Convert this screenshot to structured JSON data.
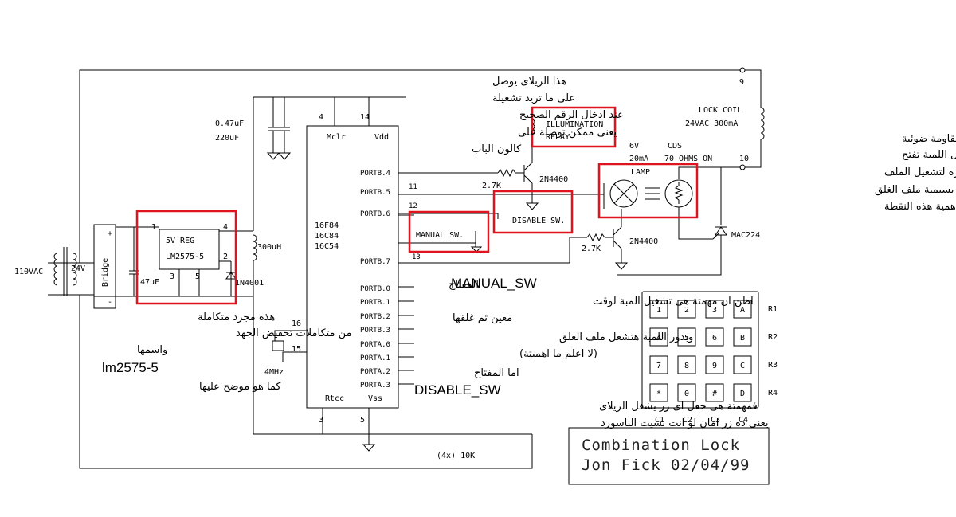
{
  "labels": {
    "ac_in": "110VAC",
    "transformer": "24V",
    "bridge": "Bridge",
    "bridge_plus": "+",
    "bridge_minus": "-",
    "cap_047": "0.47uF",
    "cap_220": "220uF",
    "cap_47": "47uF",
    "reg_name": "5V REG",
    "reg_part": "LM2575-5",
    "reg_pin1": "1",
    "reg_pin2": "2",
    "reg_pin3": "3",
    "reg_pin4": "4",
    "reg_pin5": "5",
    "inductor": "300uH",
    "diode": "1N4001",
    "mcu_pin_mclr_num": "4",
    "mcu_pin_vdd_num": "14",
    "mclr": "Mclr",
    "vdd": "Vdd",
    "mcu_names": [
      "16F84",
      "16C84",
      "16C54"
    ],
    "portb4": "PORTB.4",
    "portb5": "PORTB.5",
    "portb6": "PORTB.6",
    "portb7": "PORTB.7",
    "portb0": "PORTB.0",
    "portb1": "PORTB.1",
    "portb2": "PORTB.2",
    "portb3": "PORTB.3",
    "porta0": "PORTA.0",
    "porta1": "PORTA.1",
    "porta2": "PORTA.2",
    "porta3": "PORTA.3",
    "pin11": "11",
    "pin12": "12",
    "pin13": "13",
    "pin16": "16",
    "pin15": "15",
    "rtcc": "Rtcc",
    "vss": "Vss",
    "pin3": "3",
    "pin5": "5",
    "crystal": "4MHz",
    "res_27k_a": "2.7K",
    "res_27k_b": "2.7K",
    "transistor_a": "2N4400",
    "transistor_b": "2N4400",
    "relay_l1": "ILLUMINATION",
    "relay_l2": "RELAY",
    "manual_sw": "MANUAL SW.",
    "disable_sw": "DISABLE SW.",
    "lamp_6v": "6V",
    "lamp_20ma": "20mA",
    "lamp": "LAMP",
    "cds": "CDS",
    "cds_70": "70 OHMS ON",
    "lock_coil": "LOCK COIL",
    "lock_coil_spec": "24VAC 300mA",
    "node9": "9",
    "node10": "10",
    "triac": "MAC224",
    "res_net": "(4x) 10K"
  },
  "keypad": {
    "rows": [
      [
        "1",
        "2",
        "3",
        "A"
      ],
      [
        "4",
        "5",
        "6",
        "B"
      ],
      [
        "7",
        "8",
        "9",
        "C"
      ],
      [
        "*",
        "0",
        "#",
        "D"
      ]
    ],
    "row_labels": [
      "R1",
      "R2",
      "R3",
      "R4"
    ],
    "col_labels": [
      "C1",
      "C2",
      "C3",
      "C4"
    ]
  },
  "title_block": {
    "line1": "Combination Lock",
    "line2": "Jon Fick 02/04/99"
  },
  "annotations": {
    "relay_note": [
      "هذا الريلاى يوصل",
      "على ما تريد تشغيلة",
      "عند ادخال الرقم الصحيح",
      "يعنى ممكن توصلة على",
      "كالون الباب"
    ],
    "lamp_note": [
      "هذه لمبة ومقاومة ضوئية",
      "وعند تشغيل اللمبة تفتح",
      "الدائرة لتشغيل الملف",
      "الذى يسيمية ملف الغلق",
      "ولا اعلم اهمية هذه النقطة"
    ],
    "reg_note": [
      "هذه مجرد متكاملة",
      "من متكاملات تخفيض الجهد",
      "واسمها"
    ],
    "reg_note_part": "lm2575-5",
    "reg_note_end": "كما هو موضح عليها",
    "sw_note_head_ar": "المفتاح",
    "sw_note_head_en": "MANUAL_SW",
    "sw_note": [
      "اظن ان مهمتة هى تشغيل المبة لوقت",
      "معين ثم غلقها",
      "وبدور اللمبة هتشغل ملف الغلق",
      "(لا اعلم ما اهميتة)",
      "اما المفتاح"
    ],
    "disable_head": "DISABLE_SW",
    "disable_note": [
      "فمهمتة هى جعل اى زر يشغل الريلاى",
      "يعنى دة زر امان لو انت نسيت الباسورد"
    ]
  }
}
